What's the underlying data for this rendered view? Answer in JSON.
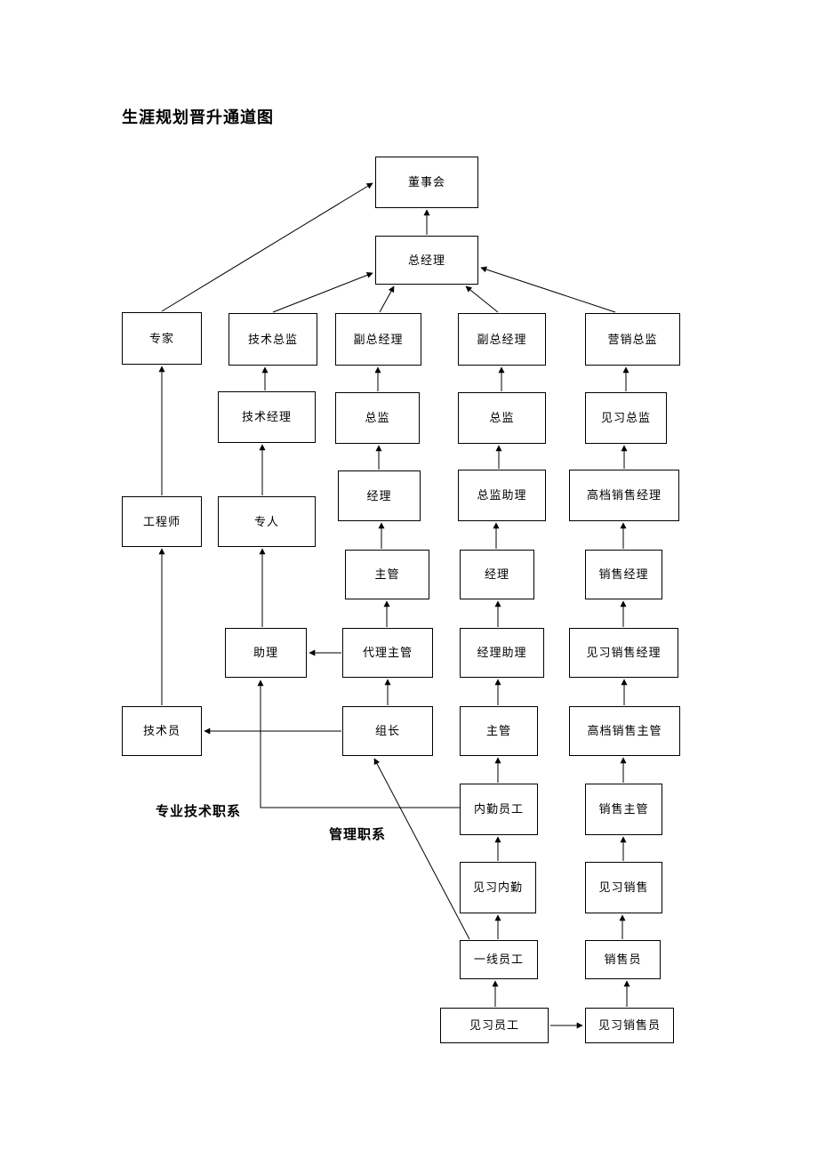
{
  "page": {
    "title": "生涯规划晋升通道图"
  },
  "diagram": {
    "track_labels": {
      "tech": "专业技术职系",
      "management": "管理职系"
    },
    "nodes": [
      {
        "id": "board",
        "label": "董事会"
      },
      {
        "id": "general-manager",
        "label": "总经理"
      },
      {
        "id": "expert",
        "label": "专家"
      },
      {
        "id": "tech-director",
        "label": "技术总监"
      },
      {
        "id": "deputy-gm-a",
        "label": "副总经理"
      },
      {
        "id": "deputy-gm-b",
        "label": "副总经理"
      },
      {
        "id": "marketing-director",
        "label": "营销总监"
      },
      {
        "id": "tech-manager",
        "label": "技术经理"
      },
      {
        "id": "director-a",
        "label": "总监"
      },
      {
        "id": "director-b",
        "label": "总监"
      },
      {
        "id": "trainee-director",
        "label": "见习总监"
      },
      {
        "id": "manager-a",
        "label": "经理"
      },
      {
        "id": "director-assistant",
        "label": "总监助理"
      },
      {
        "id": "senior-sales-manager",
        "label": "高档销售经理"
      },
      {
        "id": "engineer",
        "label": "工程师"
      },
      {
        "id": "specialist",
        "label": "专人"
      },
      {
        "id": "supervisor-a",
        "label": "主管"
      },
      {
        "id": "manager-b",
        "label": "经理"
      },
      {
        "id": "sales-manager",
        "label": "销售经理"
      },
      {
        "id": "assistant",
        "label": "助理"
      },
      {
        "id": "acting-supervisor",
        "label": "代理主管"
      },
      {
        "id": "manager-assistant",
        "label": "经理助理"
      },
      {
        "id": "trainee-sales-manager",
        "label": "见习销售经理"
      },
      {
        "id": "technician",
        "label": "技术员"
      },
      {
        "id": "group-leader",
        "label": "组长"
      },
      {
        "id": "supervisor-b",
        "label": "主管"
      },
      {
        "id": "senior-sales-supervisor",
        "label": "高档销售主管"
      },
      {
        "id": "office-staff",
        "label": "内勤员工"
      },
      {
        "id": "sales-supervisor",
        "label": "销售主管"
      },
      {
        "id": "trainee-office-staff",
        "label": "见习内勤"
      },
      {
        "id": "trainee-sales",
        "label": "见习销售"
      },
      {
        "id": "frontline-staff",
        "label": "一线员工"
      },
      {
        "id": "salesperson",
        "label": "销售员"
      },
      {
        "id": "trainee-staff",
        "label": "见习员工"
      },
      {
        "id": "trainee-salesperson",
        "label": "见习销售员"
      }
    ],
    "edges": [
      {
        "from": "expert",
        "to": "board"
      },
      {
        "from": "general-manager",
        "to": "board"
      },
      {
        "from": "tech-director",
        "to": "general-manager"
      },
      {
        "from": "deputy-gm-a",
        "to": "general-manager"
      },
      {
        "from": "deputy-gm-b",
        "to": "general-manager"
      },
      {
        "from": "marketing-director",
        "to": "general-manager"
      },
      {
        "from": "engineer",
        "to": "expert"
      },
      {
        "from": "technician",
        "to": "engineer"
      },
      {
        "from": "tech-manager",
        "to": "tech-director"
      },
      {
        "from": "specialist",
        "to": "tech-manager"
      },
      {
        "from": "assistant",
        "to": "specialist"
      },
      {
        "from": "director-a",
        "to": "deputy-gm-a"
      },
      {
        "from": "manager-a",
        "to": "director-a"
      },
      {
        "from": "supervisor-a",
        "to": "manager-a"
      },
      {
        "from": "acting-supervisor",
        "to": "supervisor-a"
      },
      {
        "from": "group-leader",
        "to": "acting-supervisor"
      },
      {
        "from": "acting-supervisor",
        "to": "assistant"
      },
      {
        "from": "group-leader",
        "to": "technician"
      },
      {
        "from": "director-b",
        "to": "deputy-gm-b"
      },
      {
        "from": "director-assistant",
        "to": "director-b"
      },
      {
        "from": "manager-b",
        "to": "director-assistant"
      },
      {
        "from": "manager-assistant",
        "to": "manager-b"
      },
      {
        "from": "supervisor-b",
        "to": "manager-assistant"
      },
      {
        "from": "office-staff",
        "to": "supervisor-b"
      },
      {
        "from": "trainee-office-staff",
        "to": "office-staff"
      },
      {
        "from": "frontline-staff",
        "to": "trainee-office-staff"
      },
      {
        "from": "trainee-staff",
        "to": "frontline-staff"
      },
      {
        "from": "office-staff",
        "to": "assistant"
      },
      {
        "from": "frontline-staff",
        "to": "group-leader"
      },
      {
        "from": "trainee-director",
        "to": "marketing-director"
      },
      {
        "from": "senior-sales-manager",
        "to": "trainee-director"
      },
      {
        "from": "sales-manager",
        "to": "senior-sales-manager"
      },
      {
        "from": "trainee-sales-manager",
        "to": "sales-manager"
      },
      {
        "from": "senior-sales-supervisor",
        "to": "trainee-sales-manager"
      },
      {
        "from": "sales-supervisor",
        "to": "senior-sales-supervisor"
      },
      {
        "from": "trainee-sales",
        "to": "sales-supervisor"
      },
      {
        "from": "salesperson",
        "to": "trainee-sales"
      },
      {
        "from": "trainee-salesperson",
        "to": "salesperson"
      },
      {
        "from": "trainee-staff",
        "to": "trainee-salesperson"
      }
    ]
  }
}
